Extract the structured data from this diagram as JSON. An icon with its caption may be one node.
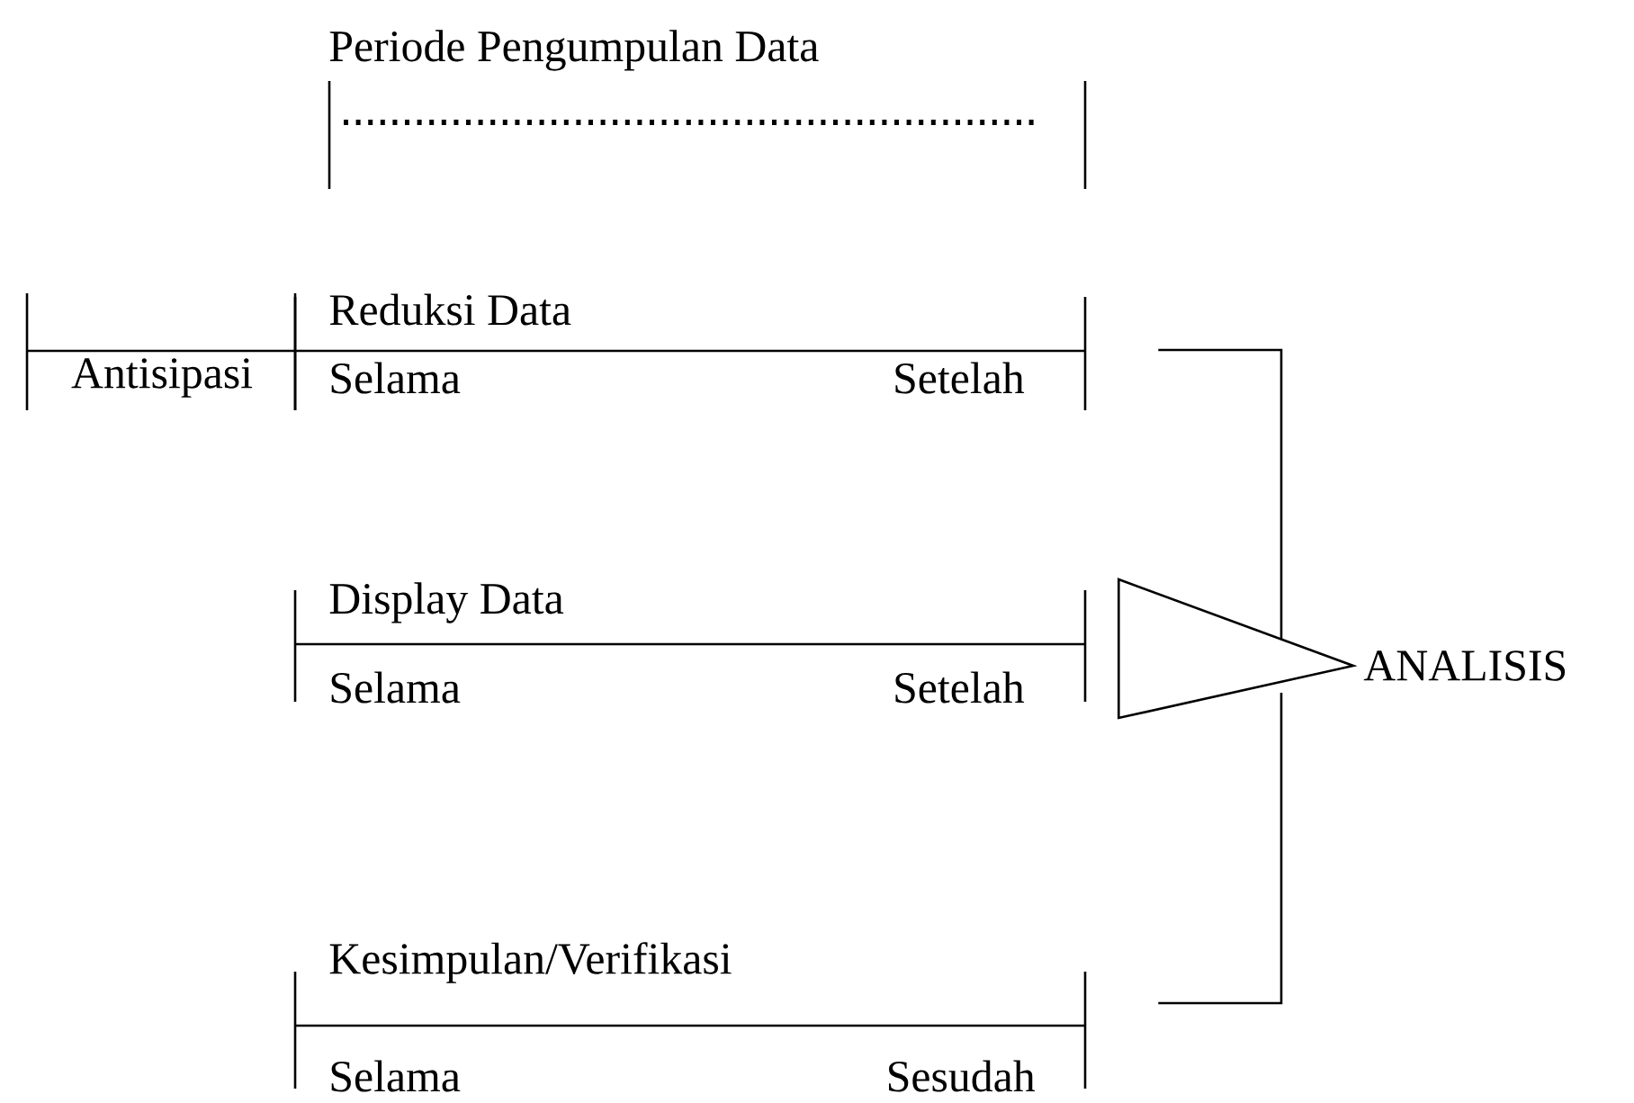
{
  "diagram": {
    "nodes": [
      {
        "text": [
          "Periode Pengumpulan Data"
        ]
      },
      {
        "text": [
          "Antisipasi"
        ]
      },
      {
        "text": [
          "Reduksi Data",
          "Selama",
          "Setelah"
        ]
      },
      {
        "text": [
          "Display Data",
          "Selama",
          "Setelah"
        ]
      },
      {
        "text": [
          "Kesimpulan/Verifikasi",
          "Selama",
          "Sesudah"
        ]
      },
      {
        "text": [
          "ANALISIS"
        ]
      }
    ],
    "edges": [
      {
        "from": 2,
        "to": 5,
        "arrow": "none"
      },
      {
        "from": 4,
        "to": 5,
        "arrow": "none"
      },
      {
        "from": 3,
        "to": 5,
        "arrow": "to"
      }
    ]
  }
}
